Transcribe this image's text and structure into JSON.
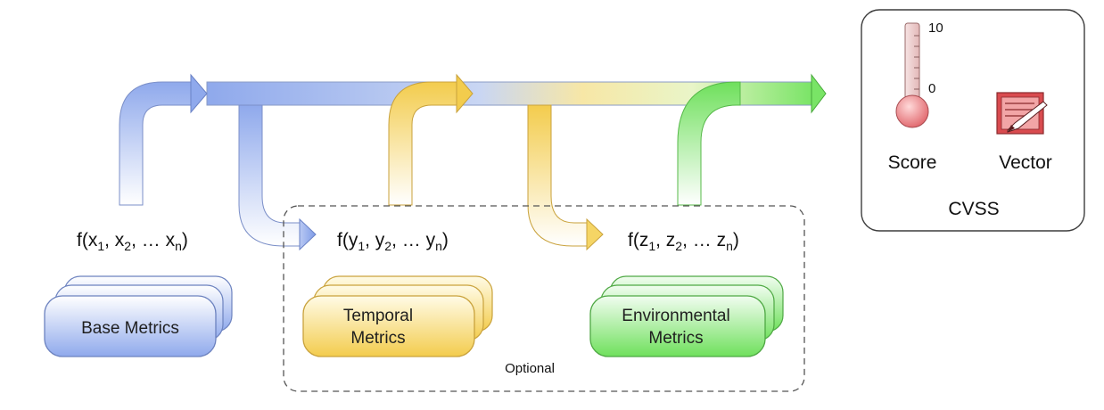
{
  "functions": {
    "base": {
      "name": "f(",
      "v1": "x",
      "s1": "1",
      "sep1": ", ",
      "v2": "x",
      "s2": "2",
      "sep2": ", … ",
      "v3": "x",
      "s3": "n",
      "end": ")"
    },
    "temporal": {
      "name": "f(",
      "v1": "y",
      "s1": "1",
      "sep1": ", ",
      "v2": "y",
      "s2": "2",
      "sep2": ", … ",
      "v3": "y",
      "s3": "n",
      "end": ")"
    },
    "environmental": {
      "name": "f(",
      "v1": "z",
      "s1": "1",
      "sep1": ", ",
      "v2": "z",
      "s2": "2",
      "sep2": ", … ",
      "v3": "z",
      "s3": "n",
      "end": ")"
    }
  },
  "metrics": {
    "base": {
      "line1": "Base Metrics"
    },
    "temporal": {
      "line1": "Temporal",
      "line2": "Metrics"
    },
    "environmental": {
      "line1": "Environmental",
      "line2": "Metrics"
    }
  },
  "optional_label": "Optional",
  "cvss_panel": {
    "title": "CVSS",
    "score_label": "Score",
    "vector_label": "Vector",
    "thermo_max": "10",
    "thermo_min": "0",
    "icons": [
      "thermometer-icon",
      "vector-document-icon"
    ]
  },
  "colors": {
    "blue": "#8fa9ec",
    "yellow": "#f3cc4d",
    "green": "#6fe05c"
  }
}
